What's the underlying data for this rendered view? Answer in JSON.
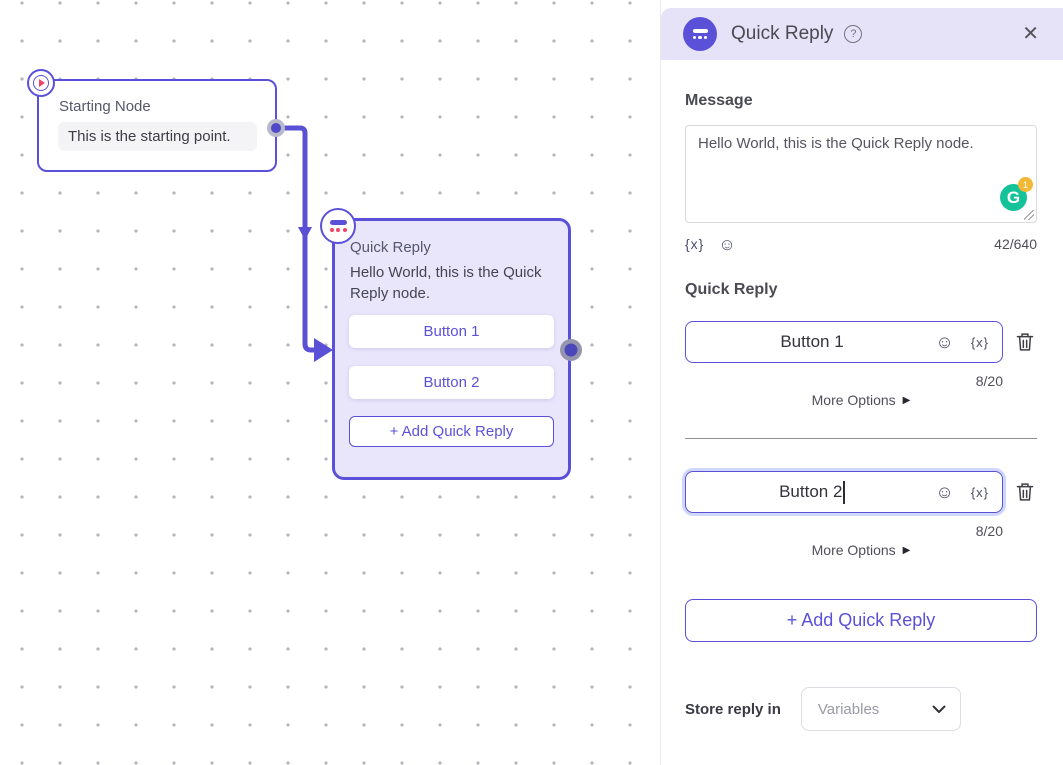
{
  "canvas": {
    "starting_node": {
      "title": "Starting Node",
      "message": "This is the starting point."
    },
    "quick_reply_node": {
      "title": "Quick Reply",
      "message": "Hello World, this is the Quick Reply node.",
      "buttons": [
        "Button 1",
        "Button 2"
      ],
      "add_button_label": "+ Add Quick Reply"
    }
  },
  "panel": {
    "header": {
      "title": "Quick Reply"
    },
    "message_section": {
      "label": "Message",
      "value": "Hello World, this is the Quick Reply node.",
      "char_count": "42/640",
      "grammarly_letter": "G",
      "grammarly_badge": "1"
    },
    "quick_reply_section": {
      "label": "Quick Reply",
      "items": [
        {
          "value": "Button 1",
          "char_count": "8/20",
          "more_options_label": "More Options"
        },
        {
          "value": "Button 2",
          "char_count": "8/20",
          "more_options_label": "More Options"
        }
      ],
      "add_button_label": "+ Add Quick Reply"
    },
    "store_reply": {
      "label": "Store reply in",
      "dropdown_value": "Variables"
    }
  },
  "icons": {
    "variable": "{x}",
    "emoji": "☺",
    "help": "?",
    "close": "✕",
    "more_options_arrow": "▶"
  },
  "colors": {
    "accent_purple": "#5b51d8",
    "node_background": "#e9e6fb",
    "header_background": "#e6e2f8",
    "badge_dot_red": "#f0426b",
    "grammarly_green": "#15c39a",
    "grammarly_badge_yellow": "#f3b835"
  }
}
